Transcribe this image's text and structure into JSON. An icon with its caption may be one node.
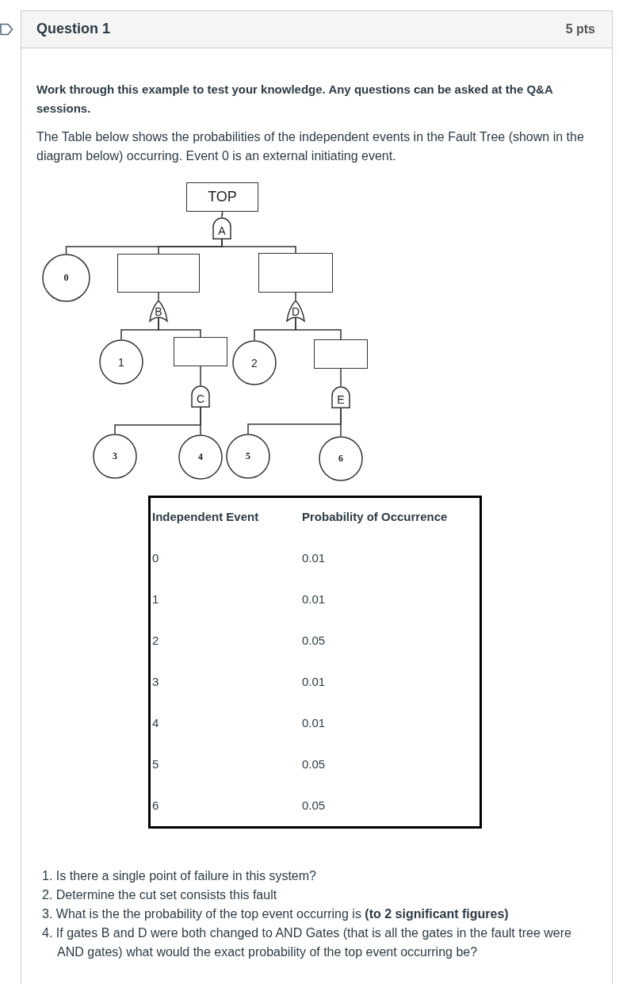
{
  "diagram": {
    "title": "Question 1",
    "nodes": [
      {
        "text": [
          "TOP"
        ]
      },
      {
        "text": [
          "A"
        ]
      },
      {
        "text": [
          "0"
        ]
      },
      {
        "text": [],
        "shape": "box"
      },
      {
        "text": [],
        "shape": "box"
      },
      {
        "text": [
          "B"
        ]
      },
      {
        "text": [
          "D"
        ]
      },
      {
        "text": [
          "1"
        ]
      },
      {
        "text": [],
        "shape": "box"
      },
      {
        "text": [
          "2"
        ]
      },
      {
        "text": [],
        "shape": "box"
      },
      {
        "text": [
          "C"
        ]
      },
      {
        "text": [
          "E"
        ]
      },
      {
        "text": [
          "3"
        ]
      },
      {
        "text": [
          "4"
        ]
      },
      {
        "text": [
          "5"
        ]
      },
      {
        "text": [
          "6"
        ]
      }
    ],
    "edges": [
      {
        "from": 0,
        "to": 1,
        "arrow": "none"
      },
      {
        "from": 1,
        "to": 2,
        "arrow": "none"
      },
      {
        "from": 1,
        "to": 3,
        "arrow": "none"
      },
      {
        "from": 1,
        "to": 4,
        "arrow": "none"
      },
      {
        "from": 3,
        "to": 5,
        "arrow": "none"
      },
      {
        "from": 4,
        "to": 6,
        "arrow": "none"
      },
      {
        "from": 5,
        "to": 7,
        "arrow": "none"
      },
      {
        "from": 5,
        "to": 8,
        "arrow": "none"
      },
      {
        "from": 6,
        "to": 9,
        "arrow": "none"
      },
      {
        "from": 6,
        "to": 10,
        "arrow": "none"
      },
      {
        "from": 8,
        "to": 11,
        "arrow": "none"
      },
      {
        "from": 10,
        "to": 12,
        "arrow": "none"
      },
      {
        "from": 11,
        "to": 13,
        "arrow": "none"
      },
      {
        "from": 11,
        "to": 14,
        "arrow": "none"
      },
      {
        "from": 12,
        "to": 15,
        "arrow": "none"
      },
      {
        "from": 12,
        "to": 16,
        "arrow": "none"
      }
    ],
    "labels": [
      "5 pts",
      "Work through this example to test your knowledge. Any questions can be asked at the Q&A sessions.",
      "The Table below shows the probabilities of the independent events in the Fault Tree (shown in the diagram below) occurring. Event 0 is an external initiating event.",
      "Independent Event",
      "Probability of Occurrence",
      "0",
      "0.01",
      "1",
      "0.01",
      "2",
      "0.05",
      "3",
      "0.01",
      "4",
      "0.01",
      "5",
      "0.05",
      "6",
      "0.05",
      "1. Is there a single point of failure in this system?",
      "2. Determine the cut set consists this fault",
      "3. What is the the probability of the top event occurring is **(to 2 significant figures)**",
      "4. If gates B and D were both changed to AND Gates (that is all the gates in the fault tree were AND gates) what would the exact probability of the top event occurring be?"
    ]
  }
}
